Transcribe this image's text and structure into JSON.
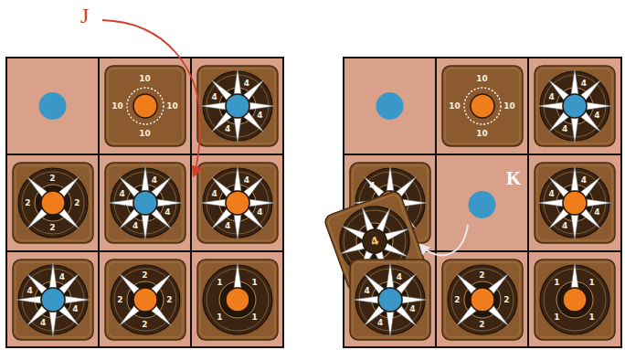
{
  "diagram": {
    "nodes": [
      {
        "text": [
          "10",
          "10",
          "10",
          "10"
        ]
      },
      {
        "text": [
          "4",
          "4",
          "4",
          "4"
        ]
      },
      {
        "text": [
          "2",
          "2",
          "2",
          "2"
        ]
      },
      {
        "text": [
          "4",
          "4",
          "4",
          "4"
        ]
      },
      {
        "text": [
          "4",
          "4",
          "4",
          "4"
        ]
      },
      {
        "text": [
          "4",
          "4",
          "4",
          "4"
        ]
      },
      {
        "text": [
          "2",
          "2",
          "2",
          "2"
        ]
      },
      {
        "text": [
          "1",
          "1",
          "1",
          "1"
        ]
      },
      {
        "text": [
          "10",
          "10",
          "10",
          "10"
        ]
      },
      {
        "text": [
          "4",
          "4",
          "4",
          "4"
        ]
      },
      {
        "text": [
          "4"
        ]
      },
      {
        "text": [
          "4"
        ]
      },
      {
        "text": [
          "4",
          "4",
          "4",
          "4"
        ]
      },
      {
        "text": [
          "4",
          "4",
          "4",
          "4"
        ]
      },
      {
        "text": [
          "2",
          "2",
          "2",
          "2"
        ]
      },
      {
        "text": [
          "1",
          "1",
          "1",
          "1"
        ]
      }
    ],
    "labels": [
      "J",
      "K"
    ]
  }
}
